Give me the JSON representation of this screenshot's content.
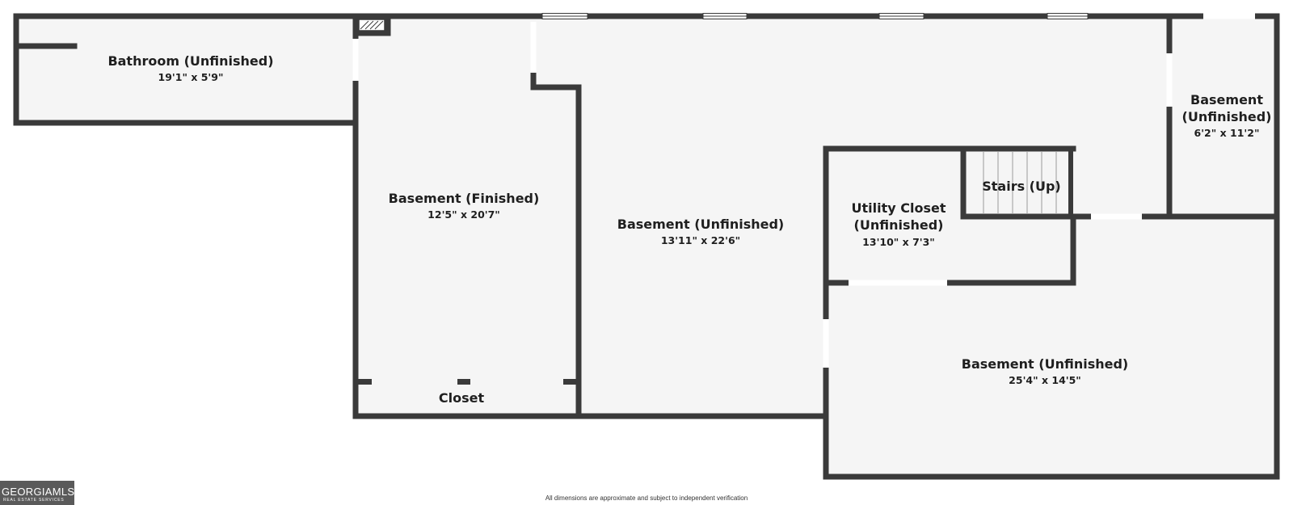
{
  "rooms": {
    "bathroom": {
      "name": "Bathroom (Unfinished)",
      "dims": "19'1\" x 5'9\""
    },
    "basement_finished": {
      "name": "Basement (Finished)",
      "dims": "12'5\" x 20'7\""
    },
    "basement_center": {
      "name": "Basement (Unfinished)",
      "dims": "13'11\" x 22'6\""
    },
    "utility_closet": {
      "name_line1": "Utility Closet",
      "name_line2": "(Unfinished)",
      "dims": "13'10\" x 7'3\""
    },
    "stairs": {
      "name": "Stairs (Up)"
    },
    "basement_right": {
      "name_line1": "Basement",
      "name_line2": "(Unfinished)",
      "dims": "6'2\" x 11'2\""
    },
    "basement_bottom": {
      "name": "Basement (Unfinished)",
      "dims": "25'4\" x 14'5\""
    },
    "closet": {
      "name": "Closet"
    }
  },
  "footer": {
    "disclaimer": "All dimensions are approximate and subject to independent verification",
    "logo_main": "GEORGIAMLS",
    "logo_sub": "REAL ESTATE SERVICES"
  },
  "colors": {
    "wall": "#3a3a3a",
    "floor": "#f5f5f5",
    "background": "#ffffff",
    "logo_bg": "#5a5a5a"
  }
}
